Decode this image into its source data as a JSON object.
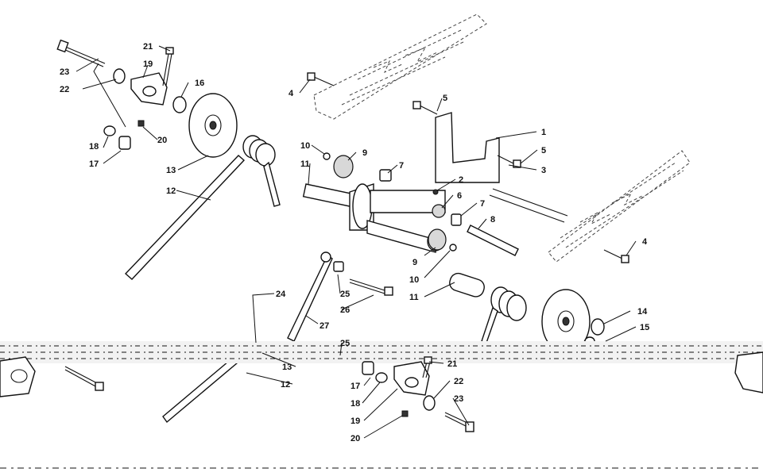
{
  "callouts": [
    {
      "id": "c1",
      "text": "1"
    },
    {
      "id": "c2",
      "text": "2"
    },
    {
      "id": "c3",
      "text": "3"
    },
    {
      "id": "c4a",
      "text": "4"
    },
    {
      "id": "c4b",
      "text": "4"
    },
    {
      "id": "c5a",
      "text": "5"
    },
    {
      "id": "c5b",
      "text": "5"
    },
    {
      "id": "c6",
      "text": "6"
    },
    {
      "id": "c7a",
      "text": "7"
    },
    {
      "id": "c7b",
      "text": "7"
    },
    {
      "id": "c8",
      "text": "8"
    },
    {
      "id": "c9a",
      "text": "9"
    },
    {
      "id": "c9b",
      "text": "9"
    },
    {
      "id": "c10a",
      "text": "10"
    },
    {
      "id": "c10b",
      "text": "10"
    },
    {
      "id": "c11a",
      "text": "11"
    },
    {
      "id": "c11b",
      "text": "11"
    },
    {
      "id": "c12a",
      "text": "12"
    },
    {
      "id": "c12b",
      "text": "12"
    },
    {
      "id": "c13a",
      "text": "13"
    },
    {
      "id": "c13b",
      "text": "13"
    },
    {
      "id": "c14",
      "text": "14"
    },
    {
      "id": "c15",
      "text": "15"
    },
    {
      "id": "c16",
      "text": "16"
    },
    {
      "id": "c17a",
      "text": "17"
    },
    {
      "id": "c17b",
      "text": "17"
    },
    {
      "id": "c18a",
      "text": "18"
    },
    {
      "id": "c18b",
      "text": "18"
    },
    {
      "id": "c19a",
      "text": "19"
    },
    {
      "id": "c19b",
      "text": "19"
    },
    {
      "id": "c20a",
      "text": "20"
    },
    {
      "id": "c20b",
      "text": "20"
    },
    {
      "id": "c21a",
      "text": "21"
    },
    {
      "id": "c21b",
      "text": "21"
    },
    {
      "id": "c22a",
      "text": "22"
    },
    {
      "id": "c22b",
      "text": "22"
    },
    {
      "id": "c23a",
      "text": "23"
    },
    {
      "id": "c23b",
      "text": "23"
    },
    {
      "id": "c24",
      "text": "24"
    },
    {
      "id": "c25a",
      "text": "25"
    },
    {
      "id": "c25b",
      "text": "25"
    },
    {
      "id": "c26",
      "text": "26"
    },
    {
      "id": "c27",
      "text": "27"
    }
  ],
  "colors": {
    "line": "#111111",
    "background": "#ffffff",
    "rail_dash": "#444444"
  }
}
